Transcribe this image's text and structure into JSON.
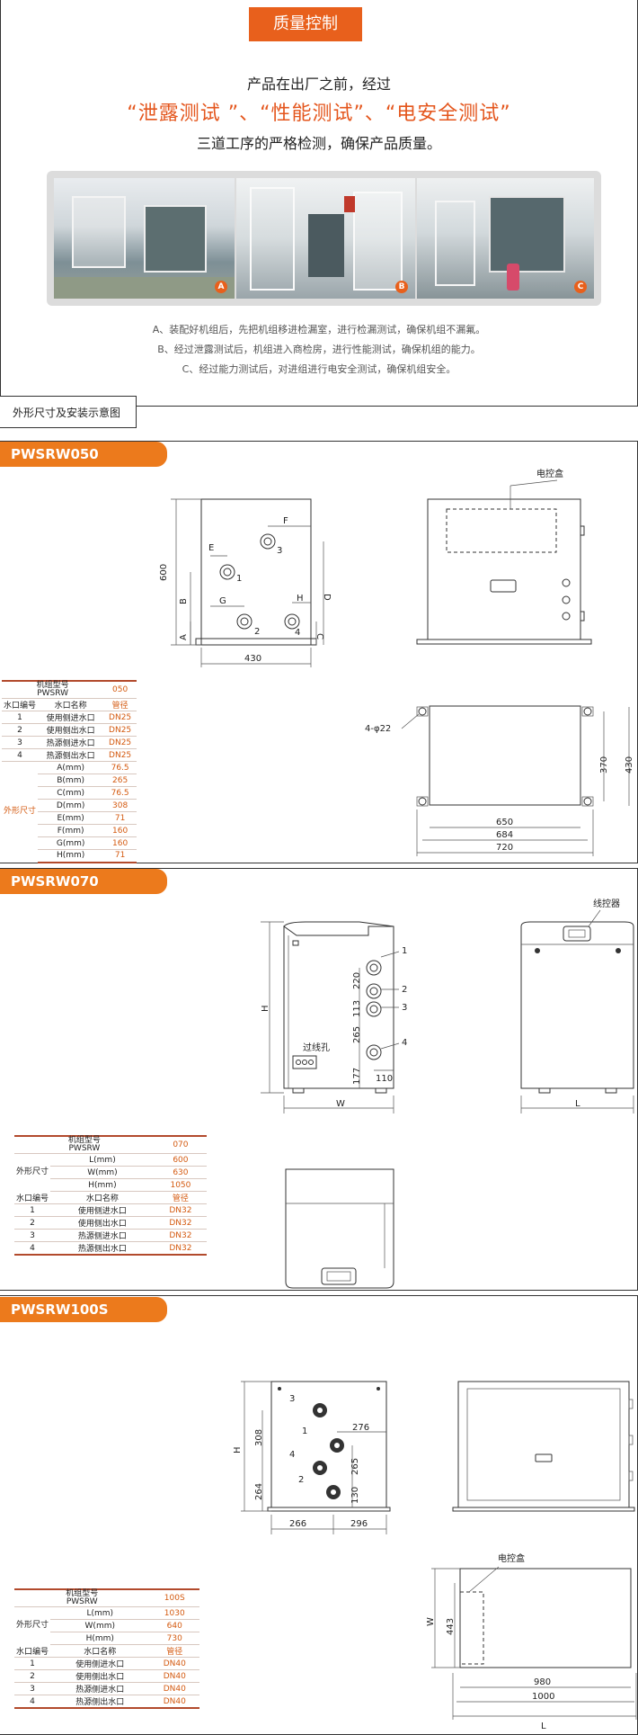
{
  "quality": {
    "title": "质量控制",
    "lead1": "产品在出厂之前，经过",
    "lead2": "“泄露测试 ”、“性能测试”、“电安全测试”",
    "lead3": "三道工序的严格检测，确保产品质量。",
    "photos": [
      {
        "badge": "A",
        "icon": "test-room-photo"
      },
      {
        "badge": "B",
        "icon": "inspection-room-photo"
      },
      {
        "badge": "C",
        "icon": "electrical-test-photo"
      }
    ],
    "steps": [
      "A、装配好机组后，先把机组移进检漏室，进行检漏测试，确保机组不漏氟。",
      "B、经过泄露测试后，机组进入商检房，进行性能测试，确保机组的能力。",
      "C、经过能力测试后，对进组进行电安全测试，确保机组安全。"
    ]
  },
  "dim_section_label": "外形尺寸及安装示意图",
  "colors": {
    "accent": "#e8601c",
    "tab": "#ec7a1c",
    "value": "#d45a10"
  },
  "m050": {
    "model": "PWSRW050",
    "table": {
      "h1": "机组型号",
      "h1b": "PWSRW",
      "model_val": "050",
      "col_a": "水口编号",
      "col_b": "水口名称",
      "col_c": "管径",
      "rows": [
        {
          "n": "1",
          "name": "使用侧进水口",
          "v": "DN25"
        },
        {
          "n": "2",
          "name": "使用侧出水口",
          "v": "DN25"
        },
        {
          "n": "3",
          "name": "热源侧进水口",
          "v": "DN25"
        },
        {
          "n": "4",
          "name": "热源侧出水口",
          "v": "DN25"
        }
      ],
      "side": "外形尺寸",
      "dims": [
        {
          "k": "A(mm)",
          "v": "76.5"
        },
        {
          "k": "B(mm)",
          "v": "265"
        },
        {
          "k": "C(mm)",
          "v": "76.5"
        },
        {
          "k": "D(mm)",
          "v": "308"
        },
        {
          "k": "E(mm)",
          "v": "71"
        },
        {
          "k": "F(mm)",
          "v": "160"
        },
        {
          "k": "G(mm)",
          "v": "160"
        },
        {
          "k": "H(mm)",
          "v": "71"
        }
      ]
    },
    "labels": {
      "control_box": "电控盒",
      "w430": "430",
      "h600": "600",
      "A": "A",
      "B": "B",
      "C": "C",
      "D": "D",
      "E": "E",
      "F": "F",
      "G": "G",
      "H": "H",
      "p1": "1",
      "p2": "2",
      "p3": "3",
      "p4": "4",
      "holes": "4-φ22",
      "d650": "650",
      "d684": "684",
      "d720": "720",
      "d370": "370",
      "d430": "430"
    }
  },
  "m070": {
    "model": "PWSRW070",
    "table": {
      "h1": "机组型号",
      "h1b": "PWSRW",
      "model_val": "070",
      "side": "外形尺寸",
      "dims": [
        {
          "k": "L(mm)",
          "v": "600"
        },
        {
          "k": "W(mm)",
          "v": "630"
        },
        {
          "k": "H(mm)",
          "v": "1050"
        }
      ],
      "col_a": "水口编号",
      "col_b": "水口名称",
      "col_c": "管径",
      "rows": [
        {
          "n": "1",
          "name": "使用侧进水口",
          "v": "DN32"
        },
        {
          "n": "2",
          "name": "使用侧出水口",
          "v": "DN32"
        },
        {
          "n": "3",
          "name": "热源侧进水口",
          "v": "DN32"
        },
        {
          "n": "4",
          "name": "热源侧出水口",
          "v": "DN32"
        }
      ]
    },
    "labels": {
      "controller": "线控器",
      "cable_hole": "过线孔",
      "H": "H",
      "W": "W",
      "L": "L",
      "d220": "220",
      "d113": "113",
      "d265": "265",
      "d177": "177",
      "d110": "110",
      "p1": "1",
      "p2": "2",
      "p3": "3",
      "p4": "4"
    }
  },
  "m100": {
    "model": "PWSRW100S",
    "table": {
      "h1": "机组型号",
      "h1b": "PWSRW",
      "model_val": "100S",
      "side": "外形尺寸",
      "dims": [
        {
          "k": "L(mm)",
          "v": "1030"
        },
        {
          "k": "W(mm)",
          "v": "640"
        },
        {
          "k": "H(mm)",
          "v": "730"
        }
      ],
      "col_a": "水口编号",
      "col_b": "水口名称",
      "col_c": "管径",
      "rows": [
        {
          "n": "1",
          "name": "使用侧进水口",
          "v": "DN40"
        },
        {
          "n": "2",
          "name": "使用侧出水口",
          "v": "DN40"
        },
        {
          "n": "3",
          "name": "热源侧进水口",
          "v": "DN40"
        },
        {
          "n": "4",
          "name": "热源侧出水口",
          "v": "DN40"
        }
      ]
    },
    "labels": {
      "control_box": "电控盒",
      "H": "H",
      "W": "W",
      "L": "L",
      "d308": "308",
      "d264": "264",
      "d276": "276",
      "d265": "265",
      "d130": "130",
      "d266": "266",
      "d296": "296",
      "d443": "443",
      "d980": "980",
      "d1000": "1000",
      "p1": "1",
      "p2": "2",
      "p3": "3",
      "p4": "4"
    }
  }
}
